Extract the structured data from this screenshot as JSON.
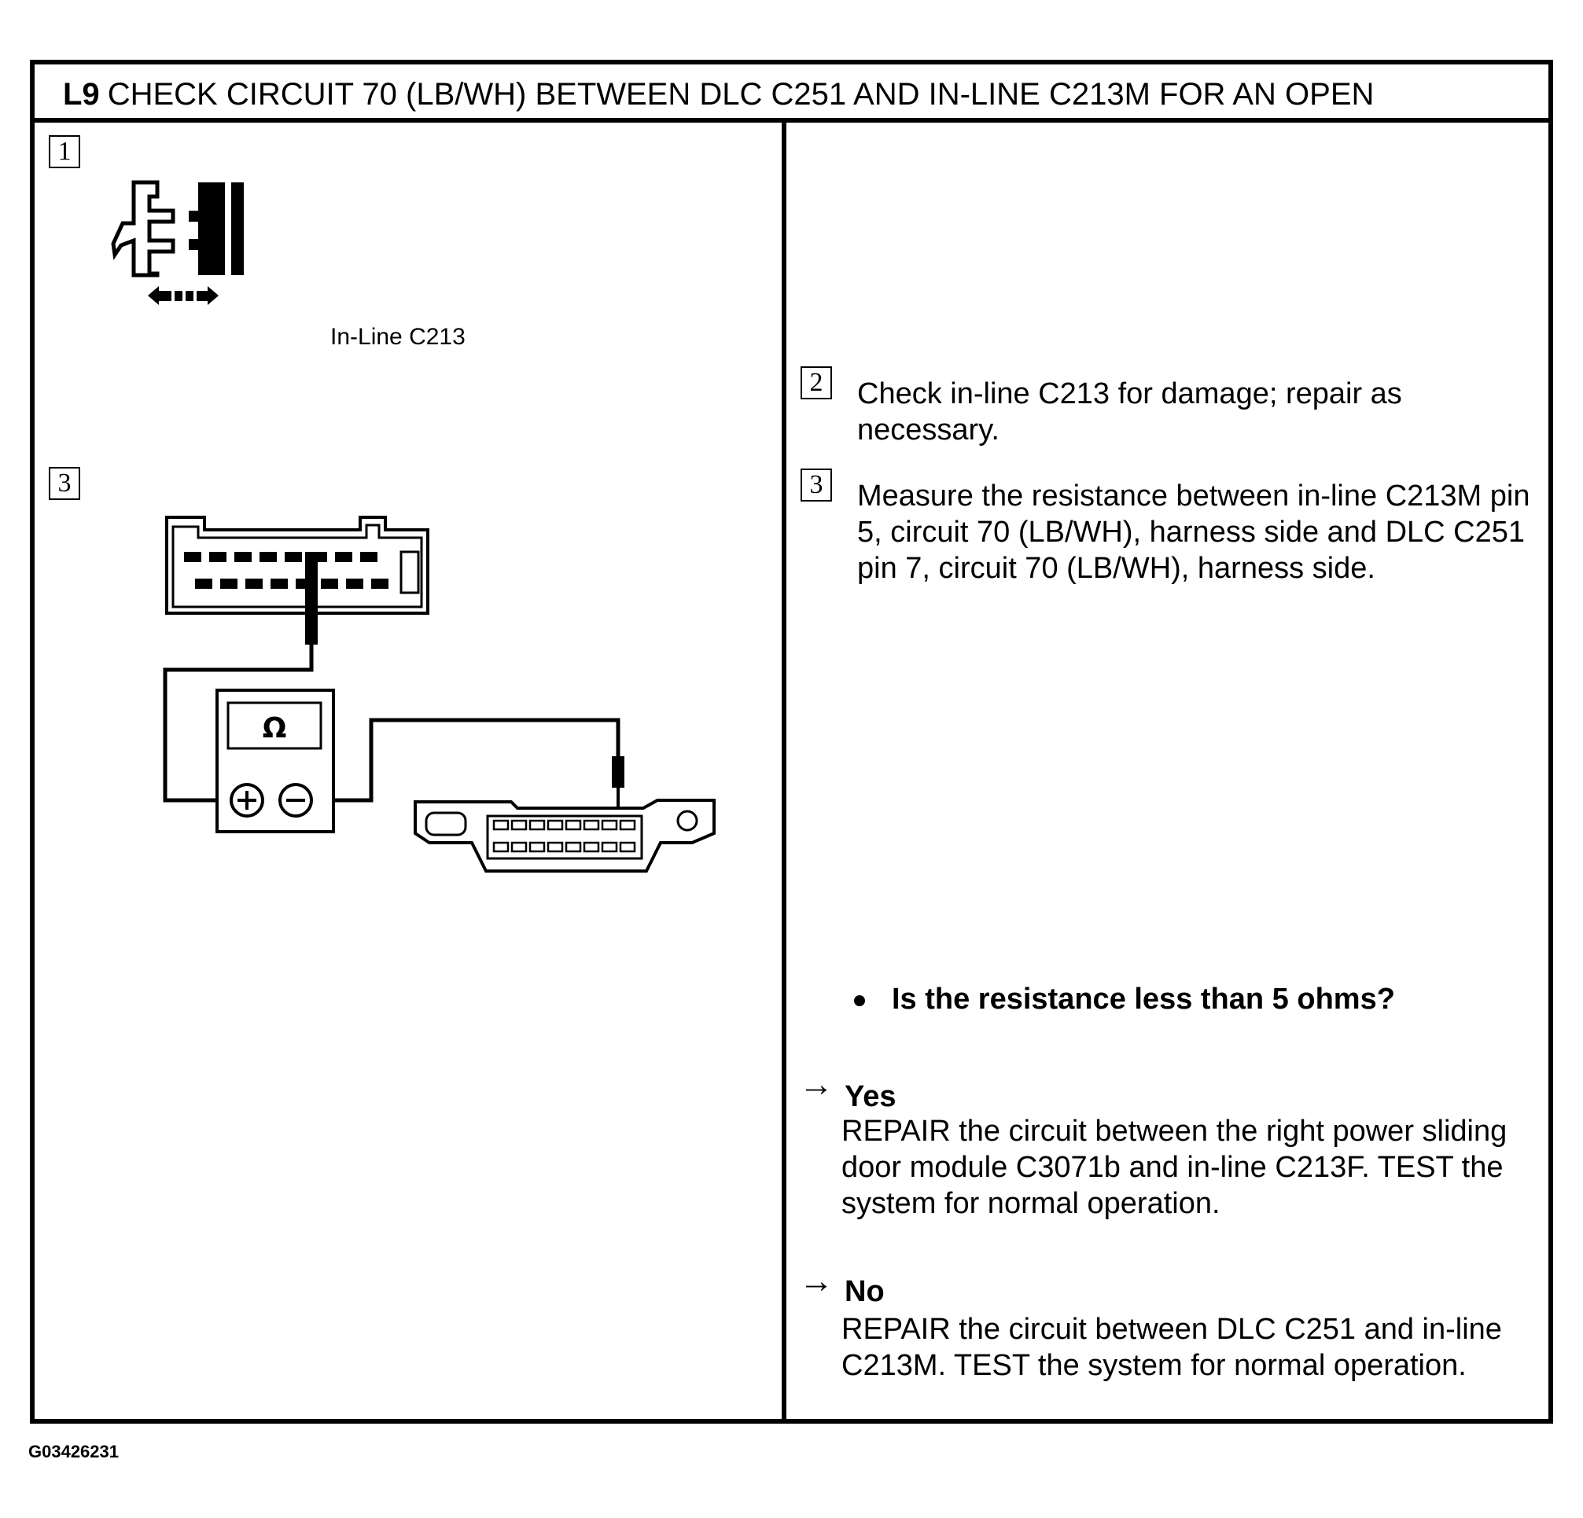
{
  "title": {
    "step_id": "L9",
    "text": "CHECK CIRCUIT 70 (LB/WH) BETWEEN DLC C251 AND IN-LINE C213M FOR AN OPEN"
  },
  "left_panel": {
    "step1_num": "1",
    "connector_label": "In-Line C213",
    "step3_num": "3",
    "meter_symbol": "Ω"
  },
  "right_panel": {
    "steps": [
      {
        "num": "2",
        "text": "Check in-line C213 for damage; repair as necessary."
      },
      {
        "num": "3",
        "text": "Measure the resistance between in-line C213M pin 5, circuit 70 (LB/WH), harness side and DLC C251 pin 7, circuit 70 (LB/WH), harness side."
      }
    ],
    "question": "Is the resistance less than 5 ohms?",
    "answers": [
      {
        "label": "Yes",
        "text": "REPAIR the circuit between the right power sliding door module C3071b and in-line C213F. TEST the system for normal operation."
      },
      {
        "label": "No",
        "text": "REPAIR the circuit between DLC C251 and in-line C213M. TEST the system for normal operation."
      }
    ]
  },
  "figure_id": "G03426231",
  "icons": [
    "connector-disconnect-icon",
    "ohmmeter-icon",
    "dlc-connector-icon",
    "arrow-right-icon",
    "bullet-icon"
  ]
}
